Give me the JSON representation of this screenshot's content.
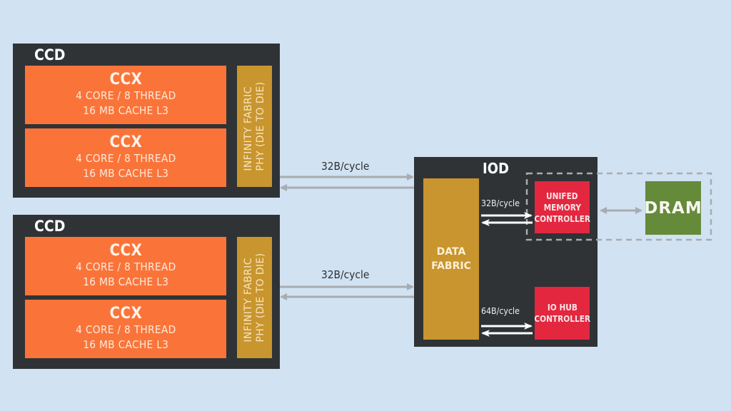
{
  "colors": {
    "background": "#d1e2f2",
    "die": "#2f3336",
    "ccx": "#fa7439",
    "fabric": "#c8952e",
    "controller": "#e3273f",
    "dram": "#658a3a",
    "external_arrow": "#a8acb0",
    "internal_arrow": "#ffffff",
    "dashed_boundary": "#a8acb0"
  },
  "ccd_dies": [
    {
      "label": "CCD",
      "ccx": [
        {
          "title": "CCX",
          "cores": "4 CORE / 8 THREAD",
          "cache": "16 MB CACHE L3"
        },
        {
          "title": "CCX",
          "cores": "4 CORE / 8 THREAD",
          "cache": "16 MB CACHE L3"
        }
      ],
      "phy": {
        "line1": "INFINITY FABRIC",
        "line2": "PHY (DIE TO DIE)"
      },
      "link_bandwidth": "32B/cycle"
    },
    {
      "label": "CCD",
      "ccx": [
        {
          "title": "CCX",
          "cores": "4 CORE / 8 THREAD",
          "cache": "16 MB CACHE L3"
        },
        {
          "title": "CCX",
          "cores": "4 CORE / 8 THREAD",
          "cache": "16 MB CACHE L3"
        }
      ],
      "phy": {
        "line1": "INFINITY FABRIC",
        "line2": "PHY (DIE TO DIE)"
      },
      "link_bandwidth": "32B/cycle"
    }
  ],
  "iod": {
    "label": "IOD",
    "data_fabric": {
      "line1": "DATA",
      "line2": "FABRIC"
    },
    "memory_controller": {
      "line1": "UNIFED",
      "line2": "MEMORY",
      "line3": "CONTROLLER",
      "link_bandwidth": "32B/cycle"
    },
    "io_hub": {
      "line1": "IO HUB",
      "line2": "CONTROLLER",
      "link_bandwidth": "64B/cycle"
    }
  },
  "dram": {
    "label": "DRAM"
  }
}
